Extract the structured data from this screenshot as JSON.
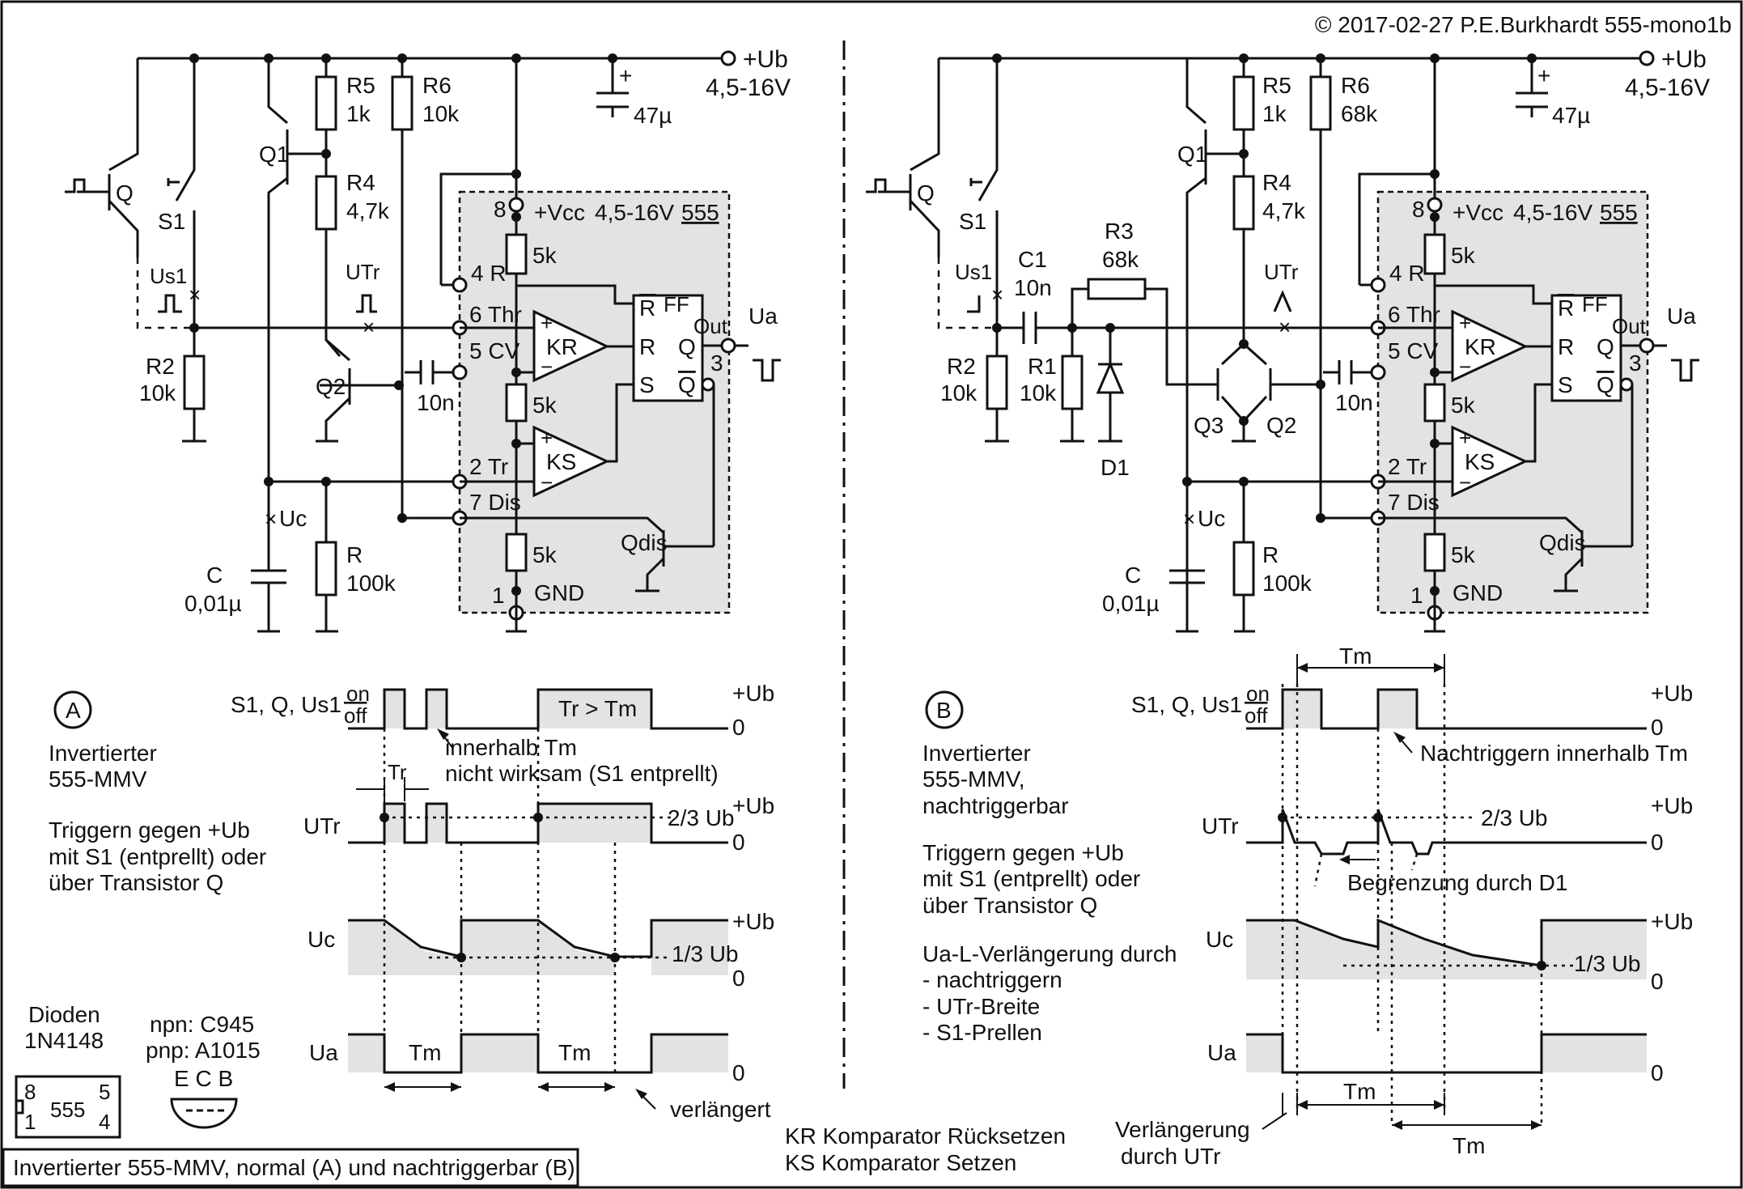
{
  "header": {
    "copyright": "© 2017-02-27 P.E.Burkhardt 555-mono1b"
  },
  "supply": {
    "vplus": "+Ub",
    "range": "4,5-16V",
    "cap": "47µ"
  },
  "ic": {
    "vcc": "+Vcc",
    "range": "4,5-16V",
    "name": "555",
    "ff": "FF",
    "kr": "KR",
    "ks": "KS",
    "p8": "8",
    "p4": "4 R",
    "p6": "6 Thr",
    "p5": "5 CV",
    "p2": "2 Tr",
    "p7": "7 Dis",
    "p1": "1",
    "gnd": "GND",
    "p3": "3",
    "out": "Out",
    "rbar": "R",
    "r": "R",
    "s": "S",
    "q": "Q",
    "qbar": "Q",
    "r5k": "5k",
    "qdis": "Qdis"
  },
  "circuitA": {
    "q": "Q",
    "s1": "S1",
    "us1": "Us1",
    "utr": "UTr",
    "q1": "Q1",
    "q2": "Q2",
    "r5": "R5",
    "r5v": "1k",
    "r4": "R4",
    "r4v": "4,7k",
    "r6": "R6",
    "r6v": "10k",
    "r2": "R2",
    "r2v": "10k",
    "cv": "10n",
    "uc": "Uc",
    "c": "C",
    "cv2": "0,01µ",
    "r": "R",
    "rv": "100k",
    "ua": "Ua"
  },
  "circuitB": {
    "r6v": "68k",
    "c1": "C1",
    "c1v": "10n",
    "r3": "R3",
    "r3v": "68k",
    "r1": "R1",
    "r1v": "10k",
    "d1": "D1",
    "q3": "Q3",
    "q2": "Q2"
  },
  "panelA": {
    "label": "A",
    "desc1": "Invertierter",
    "desc2": "555-MMV",
    "trig1": "Triggern gegen +Ub",
    "trig2": "mit S1 (entprellt) oder",
    "trig3": "über Transistor Q",
    "sig1": "S1, Q, Us1",
    "on": "on",
    "off": "off",
    "tr": "Tr",
    "trtm": "Tr > Tm",
    "note1": "innerhalb Tm",
    "note2": "nicht wirksam (S1 entprellt)",
    "sig2": "UTr",
    "twothirds": "2/3 Ub",
    "sig3": "Uc",
    "onethird": "1/3 Ub",
    "sig4": "Ua",
    "tm": "Tm",
    "ext": "verlängert",
    "vplus": "+Ub",
    "zero": "0"
  },
  "panelB": {
    "label": "B",
    "desc1": "Invertierter",
    "desc2": "555-MMV,",
    "desc3": "nachtriggerbar",
    "trig1": "Triggern gegen +Ub",
    "trig2": "mit S1 (entprellt) oder",
    "trig3": "über Transistor Q",
    "ext0": "Ua-L-Verlängerung durch",
    "ext1": "- nachtriggern",
    "ext2": "- UTr-Breite",
    "ext3": "- S1-Prellen",
    "retrig": "Nachtriggern innerhalb Tm",
    "limit": "Begrenzung durch D1",
    "extA": "Verlängerung",
    "extB": "durch UTr",
    "tm": "Tm"
  },
  "legend": {
    "diodes": "Dioden",
    "dtype": "1N4148",
    "npn": "npn: C945",
    "pnp": "pnp: A1015",
    "ecb": "E C B",
    "pin8": "8",
    "pin1": "1",
    "pin5": "5",
    "pin4": "4",
    "chip": "555"
  },
  "footer": {
    "kr": "KR Komparator Rücksetzen",
    "ks": "KS Komparator Setzen",
    "caption": "Invertierter 555-MMV, normal (A) und nachtriggerbar (B)"
  }
}
